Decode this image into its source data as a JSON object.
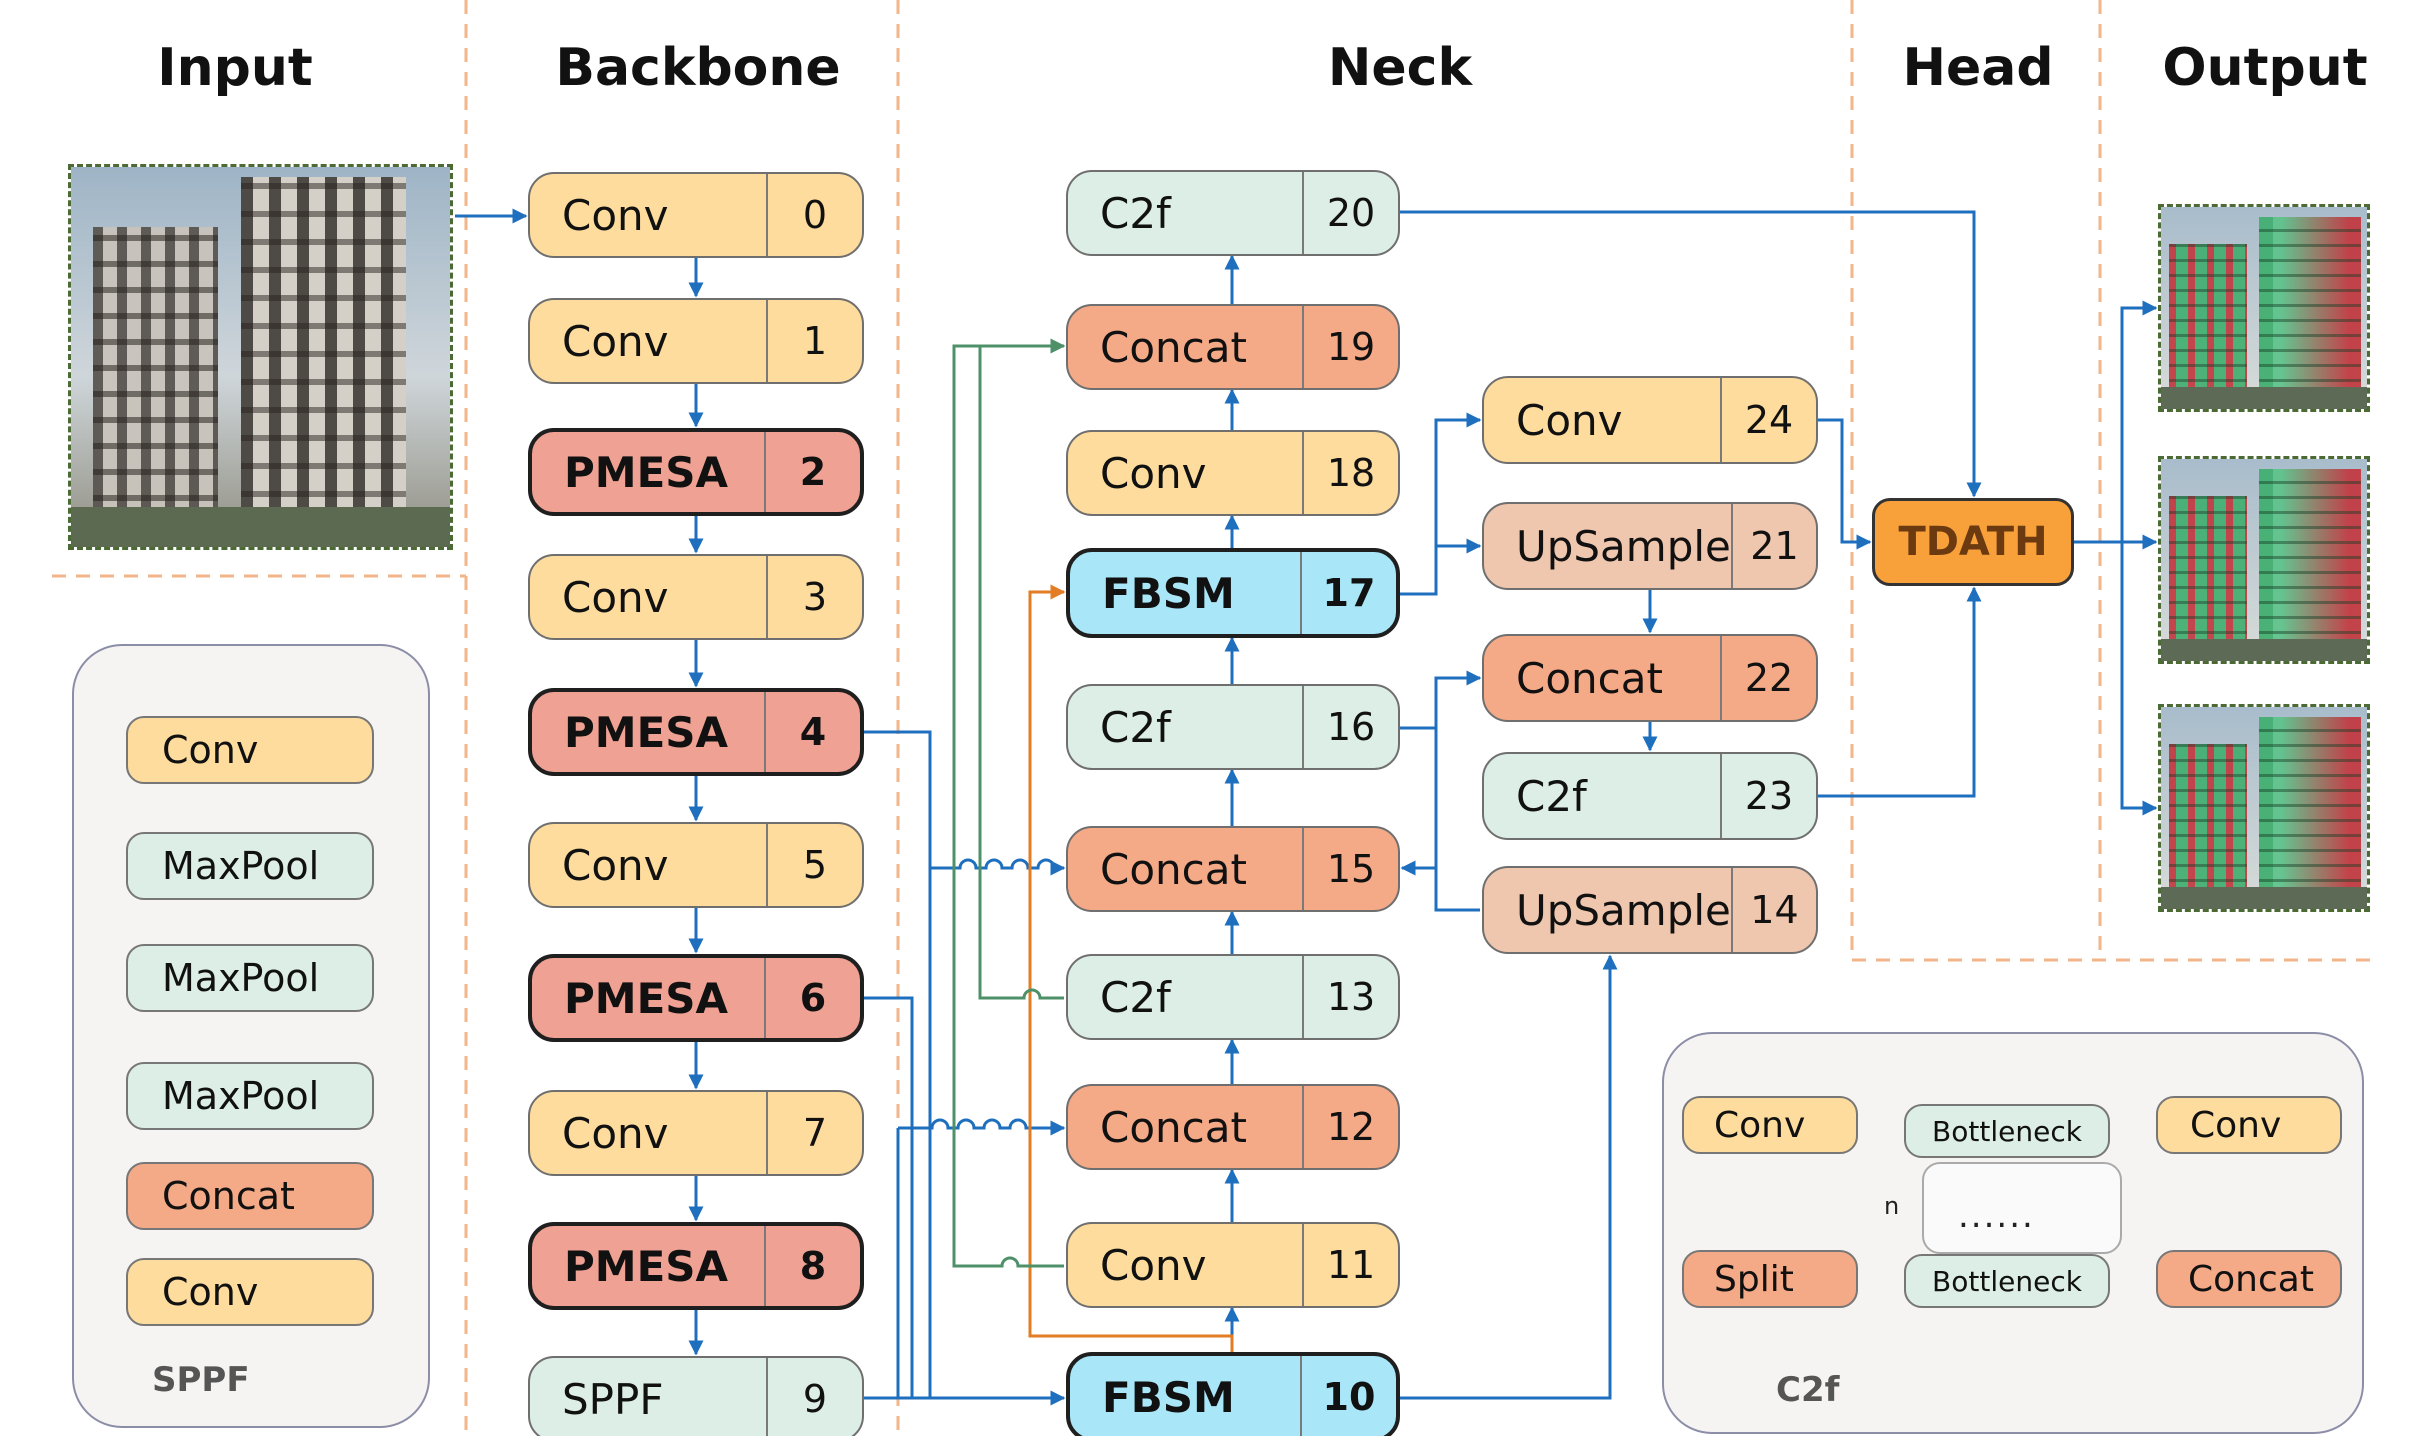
{
  "sections": {
    "input": "Input",
    "backbone": "Backbone",
    "neck": "Neck",
    "head": "Head",
    "output": "Output"
  },
  "backbone": [
    {
      "name": "Conv",
      "index": "0"
    },
    {
      "name": "Conv",
      "index": "1"
    },
    {
      "name": "PMESA",
      "index": "2"
    },
    {
      "name": "Conv",
      "index": "3"
    },
    {
      "name": "PMESA",
      "index": "4"
    },
    {
      "name": "Conv",
      "index": "5"
    },
    {
      "name": "PMESA",
      "index": "6"
    },
    {
      "name": "Conv",
      "index": "7"
    },
    {
      "name": "PMESA",
      "index": "8"
    },
    {
      "name": "SPPF",
      "index": "9"
    }
  ],
  "neck_center": [
    {
      "name": "C2f",
      "index": "20"
    },
    {
      "name": "Concat",
      "index": "19"
    },
    {
      "name": "Conv",
      "index": "18"
    },
    {
      "name": "FBSM",
      "index": "17"
    },
    {
      "name": "C2f",
      "index": "16"
    },
    {
      "name": "Concat",
      "index": "15"
    },
    {
      "name": "C2f",
      "index": "13"
    },
    {
      "name": "Concat",
      "index": "12"
    },
    {
      "name": "Conv",
      "index": "11"
    },
    {
      "name": "FBSM",
      "index": "10"
    }
  ],
  "neck_right": [
    {
      "name": "Conv",
      "index": "24"
    },
    {
      "name": "UpSample",
      "index": "21"
    },
    {
      "name": "Concat",
      "index": "22"
    },
    {
      "name": "C2f",
      "index": "23"
    },
    {
      "name": "UpSample",
      "index": "14"
    }
  ],
  "head": {
    "label": "TDATH"
  },
  "sppf": {
    "title": "SPPF",
    "items": [
      "Conv",
      "MaxPool",
      "MaxPool",
      "MaxPool",
      "Concat",
      "Conv"
    ]
  },
  "c2f": {
    "title": "C2f",
    "conv_in": "Conv",
    "split": "Split",
    "bottleneck_top": "Bottleneck",
    "bottleneck_bottom": "Bottleneck",
    "dots": "......",
    "n_label": "n",
    "concat": "Concat",
    "conv_out": "Conv"
  },
  "colors": {
    "conv": "#fddc9d",
    "pmesa": "#efa293",
    "concat": "#f4a987",
    "c2f": "#dceee5",
    "fbsm": "#a8e6f8",
    "upsample": "#efc7ae",
    "tdath": "#f8a03a",
    "arrow_blue": "#1f6fbf",
    "arrow_orange": "#e37c24",
    "arrow_green": "#4e9068",
    "divider": "#f1b68a",
    "facade_red": "#c2363e",
    "facade_green": "#3fae6e"
  }
}
